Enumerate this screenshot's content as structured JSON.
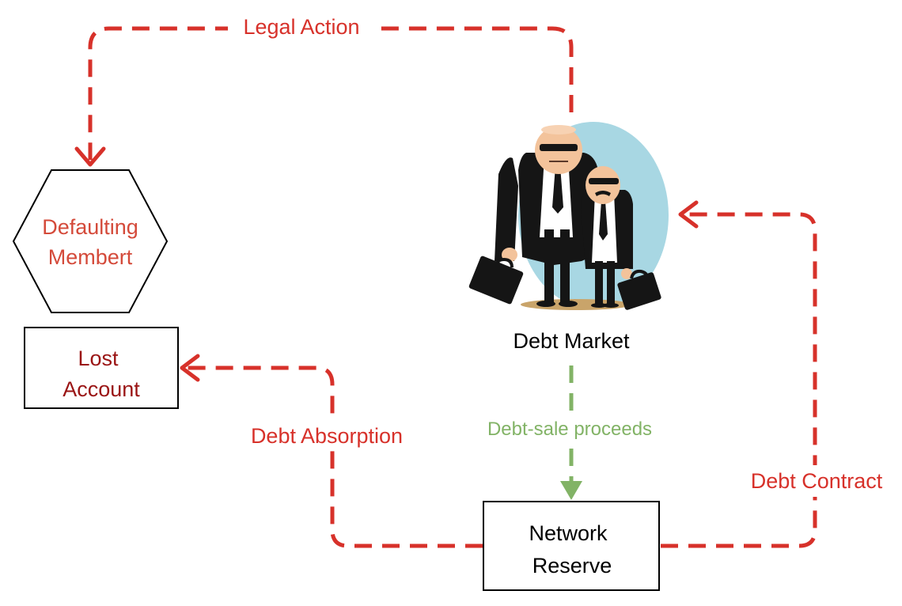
{
  "nodes": {
    "defaulting_member": {
      "line1": "Defaulting",
      "line2": "Membert"
    },
    "lost_account": {
      "line1": "Lost",
      "line2": "Account"
    },
    "debt_market": {
      "label": "Debt Market",
      "illustration": "debt-collectors-illustration"
    },
    "network_reserve": {
      "line1": "Network",
      "line2": "Reserve"
    }
  },
  "edges": {
    "legal_action": "Legal Action",
    "debt_absorption": "Debt Absorption",
    "debt_sale_proceeds": "Debt-sale proceeds",
    "debt_contract": "Debt Contract"
  },
  "colors": {
    "red_arrow": "#d7312a",
    "red_text": "#d44a3a",
    "dark_red_text": "#9a1414",
    "green": "#82b366",
    "sky": "#a8d7e3"
  }
}
